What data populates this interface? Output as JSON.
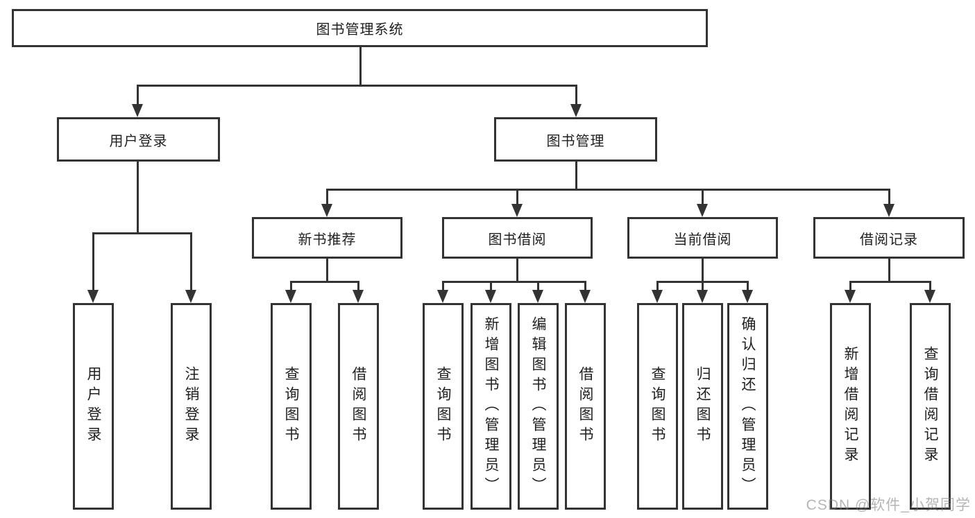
{
  "colors": {
    "line": "#333333",
    "box_border": "#333333",
    "text": "#1f1f1f",
    "background": "#ffffff",
    "watermark_text": "#b9b9b9"
  },
  "diagram": {
    "root": {
      "label": "图书管理系统"
    },
    "branches": {
      "user_login": {
        "label": "用户登录",
        "children": [
          "用户登录",
          "注销登录"
        ]
      },
      "book_mgmt": {
        "label": "图书管理",
        "children": {
          "new_book": {
            "label": "新书推荐",
            "children": [
              "查询图书",
              "借阅图书"
            ]
          },
          "book_borrow": {
            "label": "图书借阅",
            "children": [
              "查询图书",
              "新增图书（管理员）",
              "编辑图书（管理员）",
              "借阅图书"
            ]
          },
          "current_borrow": {
            "label": "当前借阅",
            "children": [
              "查询图书",
              "归还图书",
              "确认归还（管理员）"
            ]
          },
          "borrow_record": {
            "label": "借阅记录",
            "children": [
              "新增借阅记录",
              "查询借阅记录"
            ]
          }
        }
      }
    }
  },
  "watermark": {
    "text": "CSDN @软件_小贺同学"
  }
}
